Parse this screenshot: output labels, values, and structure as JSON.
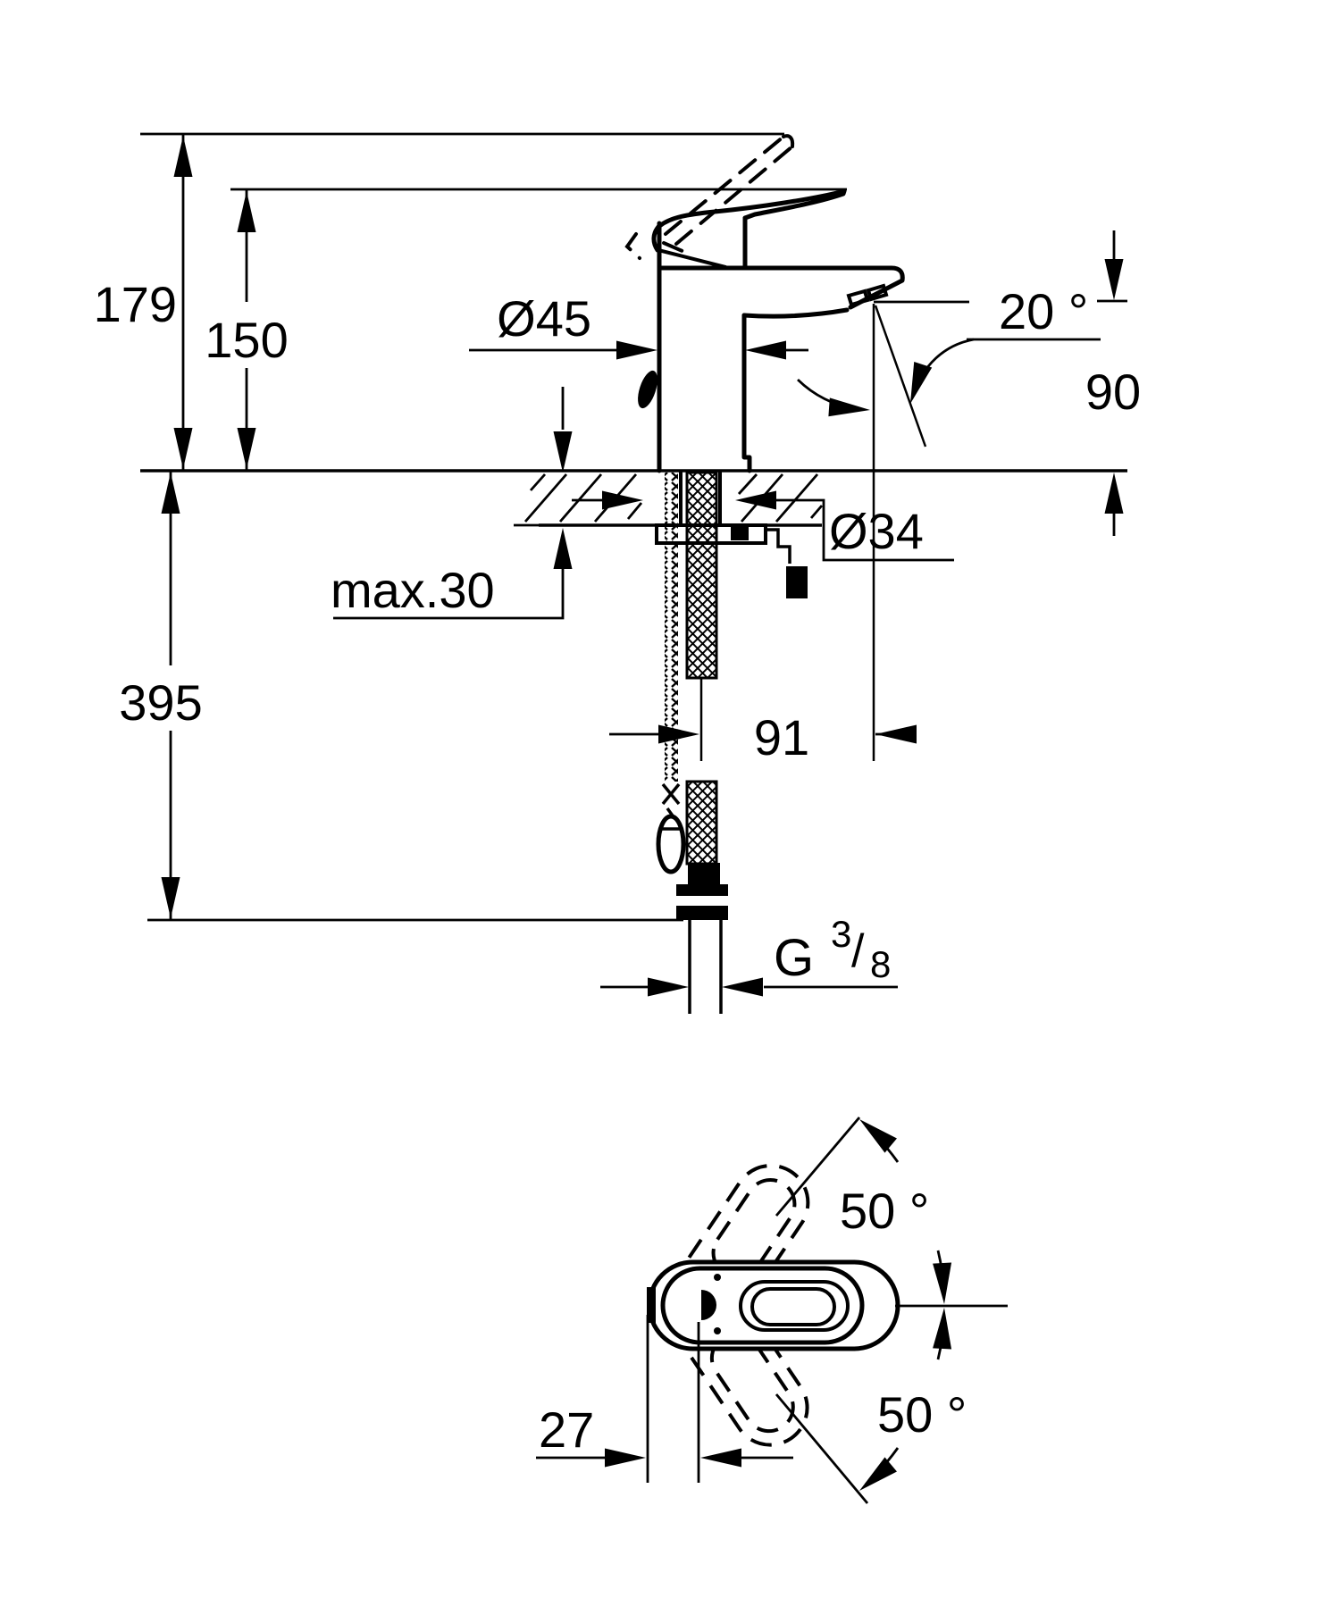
{
  "drawing": {
    "kind": "faucet installation dimension drawing",
    "units": "mm"
  },
  "side_view": {
    "height_total": "179",
    "height_to_handle": "150",
    "body_diameter": "Ø45",
    "spout_angle": "20 °",
    "spout_outlet_height": "90",
    "hole_diameter": "Ø34",
    "max_deck_thickness": "max.30",
    "depth_below_total": "395",
    "spout_projection": "91",
    "thread": {
      "prefix": "G",
      "numerator": "3",
      "slash": "/",
      "denominator": "8"
    }
  },
  "plan_view": {
    "handle_swing_up": "50 °",
    "handle_swing_down": "50 °",
    "handle_pivot_offset": "27"
  }
}
